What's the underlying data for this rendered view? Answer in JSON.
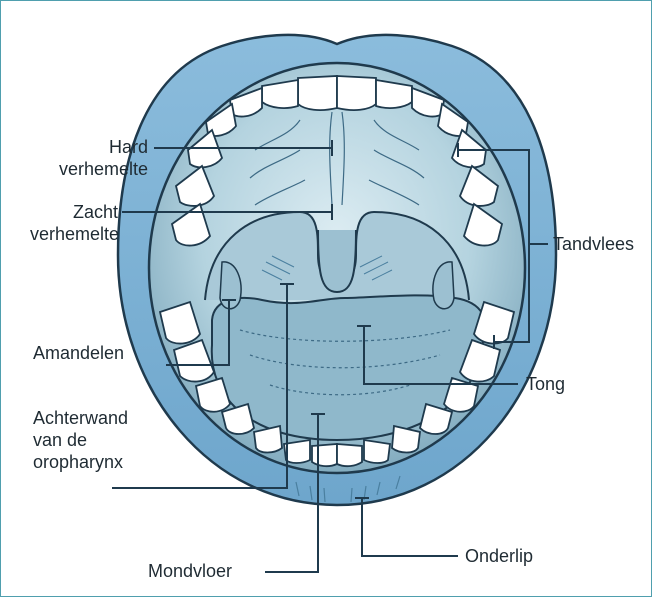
{
  "colors": {
    "border": "#4f9fae",
    "lips": "#7fb3d6",
    "mouth_interior": "#bcd9e4",
    "teeth": "#ffffff",
    "outline": "#1f3a4d",
    "leader_line": "#1f3a4d"
  },
  "labels": {
    "hard_palate": "Hard\nverhemelte",
    "soft_palate": "Zacht\nverhemelte",
    "tonsils": "Amandelen",
    "oropharynx": "Achterwand\nvan de\noropharynx",
    "floor_of_mouth": "Mondvloer",
    "gums": "Tandvlees",
    "tongue": "Tong",
    "lower_lip": "Onderlip"
  }
}
